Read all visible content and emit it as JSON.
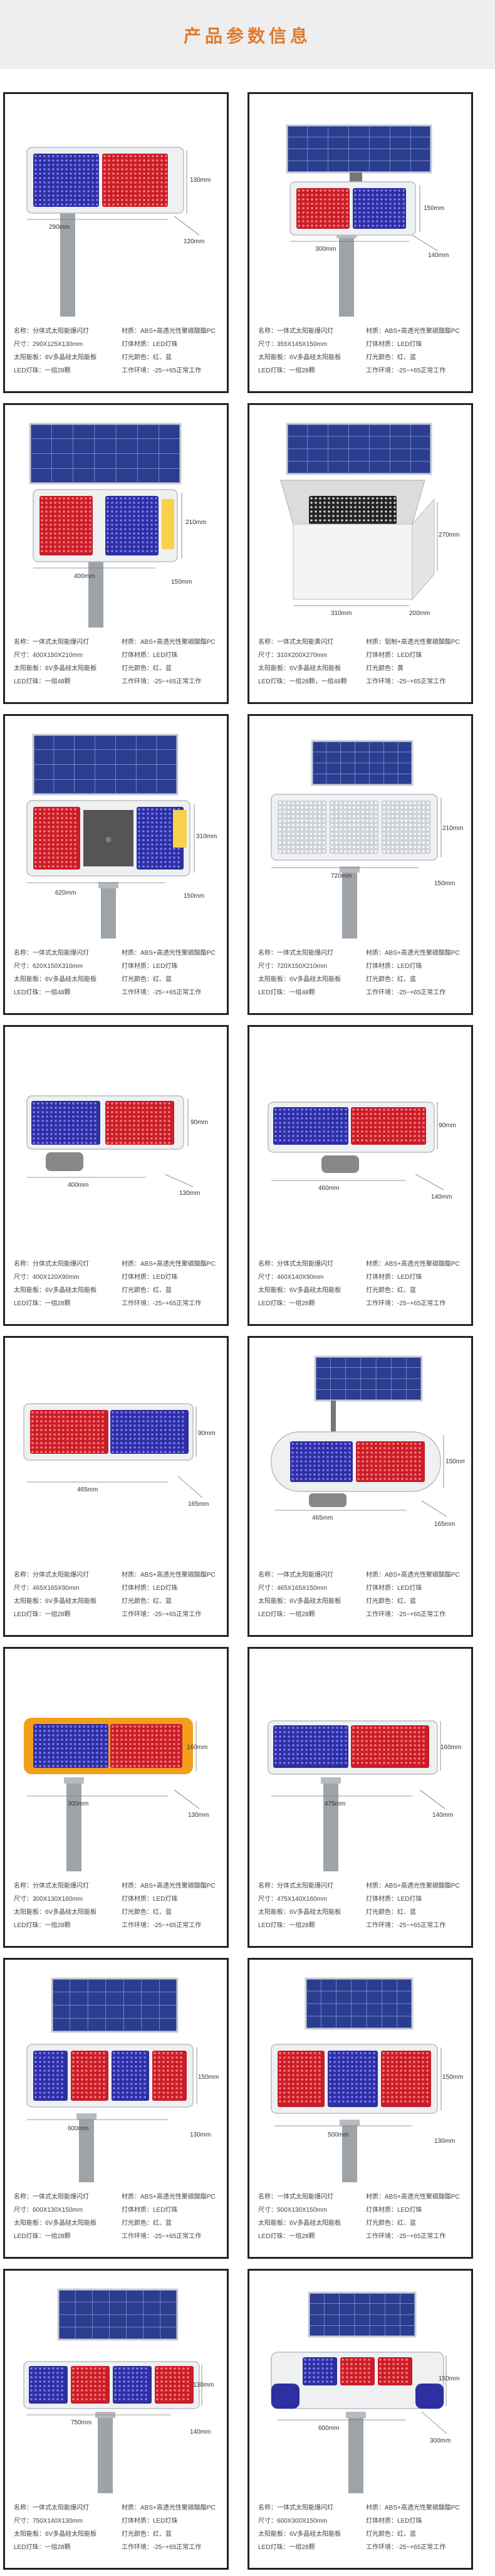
{
  "header": {
    "title": "产品参数信息"
  },
  "products": [
    {
      "id": 1,
      "style": "no-panel",
      "dims": [
        "290mm",
        "130mm",
        "120mm"
      ],
      "specs": [
        "名称：分体式太阳能爆闪灯",
        "材质：ABS+高透光性聚碳酸酯PC",
        "尺寸：290X125X130mm",
        "灯体材质：LED灯珠",
        "太阳能板：6V多晶硅太阳能板",
        "灯光颜色：红、蓝",
        "LED灯珠：一组28颗",
        "工作环境：-25~+65正常工作"
      ]
    },
    {
      "id": 2,
      "style": "panel",
      "dims": [
        "300mm",
        "150mm",
        "140mm"
      ],
      "specs": [
        "名称：一体式太阳能爆闪灯",
        "材质：ABS+高透光性聚碳酸酯PC",
        "尺寸：355X145X150mm",
        "灯体材质：LED灯珠",
        "太阳能板：6V多晶硅太阳能板",
        "灯光颜色：红、蓝",
        "LED灯珠：一组28颗",
        "工作环境：-25~+65正常工作"
      ]
    },
    {
      "id": 3,
      "style": "panel-side",
      "dims": [
        "400mm",
        "210mm",
        "150mm"
      ],
      "specs": [
        "名称：一体式太阳能爆闪灯",
        "材质：ABS+高透光性聚碳酸酯PC",
        "尺寸：400X150X210mm",
        "灯体材质：LED灯珠",
        "太阳能板：6V多晶硅太阳能板",
        "灯光颜色：红、蓝",
        "LED灯珠：一组48颗",
        "工作环境：-25~+65正常工作"
      ]
    },
    {
      "id": 4,
      "style": "panel-hood",
      "dims": [
        "310mm",
        "270mm",
        "200mm"
      ],
      "specs": [
        "名称：一体式太阳能黄闪灯",
        "材质：铝制+高透光性聚碳酸酯PC",
        "尺寸：310X200X270mm",
        "灯体材质：LED灯珠",
        "太阳能板：6V多晶硅太阳能板",
        "灯光颜色：黄",
        "LED灯珠：一组28颗，一组48颗",
        "工作环境：-25~+65正常工作"
      ]
    },
    {
      "id": 5,
      "style": "panel-sign",
      "dims": [
        "620mm",
        "310mm",
        "150mm"
      ],
      "specs": [
        "名称：一体式太阳能爆闪灯",
        "材质：ABS+高透光性聚碳酸酯PC",
        "尺寸：620X150X310mm",
        "灯体材质：LED灯珠",
        "太阳能板：6V多晶硅太阳能板",
        "灯光颜色：红、蓝",
        "LED灯珠：一组48颗",
        "工作环境：-25~+65正常工作"
      ]
    },
    {
      "id": 6,
      "style": "panel-white",
      "dims": [
        "720mm",
        "210mm",
        "150mm"
      ],
      "specs": [
        "名称：一体式太阳能爆闪灯",
        "材质：ABS+高透光性聚碳酸酯PC",
        "尺寸：720X150X210mm",
        "灯体材质：LED灯珠",
        "太阳能板：6V多晶硅太阳能板",
        "灯光颜色：红、蓝",
        "LED灯珠：一组48颗",
        "工作环境：-25~+65正常工作"
      ]
    },
    {
      "id": 7,
      "style": "bar",
      "dims": [
        "400mm",
        "90mm",
        "130mm"
      ],
      "specs": [
        "名称：分体式太阳能爆闪灯",
        "材质：ABS+高透光性聚碳酸酯PC",
        "尺寸：400X120X90mm",
        "灯体材质：LED灯珠",
        "太阳能板：6V多晶硅太阳能板",
        "灯光颜色：红、蓝",
        "LED灯珠：一组28颗",
        "工作环境：-25~+65正常工作"
      ]
    },
    {
      "id": 8,
      "style": "bar-blue-red",
      "dims": [
        "460mm",
        "90mm",
        "140mm"
      ],
      "specs": [
        "名称：分体式太阳能爆闪灯",
        "材质：ABS+高透光性聚碳酸酯PC",
        "尺寸：460X140X90mm",
        "灯体材质：LED灯珠",
        "太阳能板：6V多晶硅太阳能板",
        "灯光颜色：红、蓝",
        "LED灯珠：一组28颗",
        "工作环境：-25~+65正常工作"
      ]
    },
    {
      "id": 9,
      "style": "bar-red-blue",
      "dims": [
        "465mm",
        "90mm",
        "165mm"
      ],
      "specs": [
        "名称：分体式太阳能爆闪灯",
        "材质：ABS+高透光性聚碳酸酯PC",
        "尺寸：465X165X90mm",
        "灯体材质：LED灯珠",
        "太阳能板：6V多晶硅太阳能板",
        "灯光颜色：红、蓝",
        "LED灯珠：一组28颗",
        "工作环境：-25~+65正常工作"
      ]
    },
    {
      "id": 10,
      "style": "round-panel",
      "dims": [
        "465mm",
        "150mm",
        "165mm"
      ],
      "specs": [
        "名称：一体式太阳能爆闪灯",
        "材质：ABS+高透光性聚碳酸酯PC",
        "尺寸：465X165X150mm",
        "灯体材质：LED灯珠",
        "太阳能板：6V多晶硅太阳能板",
        "灯光颜色：红、蓝",
        "LED灯珠：一组28颗",
        "工作环境：-25~+65正常工作"
      ]
    },
    {
      "id": 11,
      "style": "bar-yellow",
      "dims": [
        "300mm",
        "160mm",
        "130mm"
      ],
      "specs": [
        "名称：分体式太阳能爆闪灯",
        "材质：ABS+高透光性聚碳酸酯PC",
        "尺寸：300X130X160mm",
        "灯体材质：LED灯珠",
        "太阳能板：6V多晶硅太阳能板",
        "灯光颜色：红、蓝",
        "LED灯珠：一组28颗",
        "工作环境：-25~+65正常工作"
      ]
    },
    {
      "id": 12,
      "style": "bar-tall",
      "dims": [
        "475mm",
        "160mm",
        "140mm"
      ],
      "specs": [
        "名称：分体式太阳能爆闪灯",
        "材质：ABS+高透光性聚碳酸酯PC",
        "尺寸：475X140X160mm",
        "灯体材质：LED灯珠",
        "太阳能板：6V多晶硅太阳能板",
        "灯光颜色：红、蓝",
        "LED灯珠：一组28颗",
        "工作环境：-25~+65正常工作"
      ]
    },
    {
      "id": 13,
      "style": "panel-four",
      "dims": [
        "600mm",
        "150mm",
        "130mm"
      ],
      "specs": [
        "名称：一体式太阳能爆闪灯",
        "材质：ABS+高透光性聚碳酸酯PC",
        "尺寸：600X130X150mm",
        "灯体材质：LED灯珠",
        "太阳能板：6V多晶硅太阳能板",
        "灯光颜色：红、蓝",
        "LED灯珠：一组28颗",
        "工作环境：-25~+65正常工作"
      ]
    },
    {
      "id": 14,
      "style": "panel-three",
      "dims": [
        "500mm",
        "150mm",
        "130mm"
      ],
      "specs": [
        "名称：一体式太阳能爆闪灯",
        "材质：ABS+高透光性聚碳酸酯PC",
        "尺寸：500X130X150mm",
        "灯体材质：LED灯珠",
        "太阳能板：6V多晶硅太阳能板",
        "灯光颜色：红、蓝",
        "LED灯珠：一组28颗",
        "工作环境：-25~+65正常工作"
      ]
    },
    {
      "id": 15,
      "style": "panel-wide",
      "dims": [
        "750mm",
        "130mm",
        "140mm"
      ],
      "specs": [
        "名称：一体式太阳能爆闪灯",
        "材质：ABS+高透光性聚碳酸酯PC",
        "尺寸：750X140X130mm",
        "灯体材质：LED灯珠",
        "太阳能板：6V多晶硅太阳能板",
        "灯光颜色：红、蓝",
        "LED灯珠：一组28颗",
        "工作环境：-25~+65正常工作"
      ]
    },
    {
      "id": 16,
      "style": "panel-round-ends",
      "dims": [
        "600mm",
        "150mm",
        "300mm"
      ],
      "specs": [
        "名称：一体式太阳能爆闪灯",
        "材质：ABS+高透光性聚碳酸酯PC",
        "尺寸：600X300X150mm",
        "灯体材质：LED灯珠",
        "太阳能板：6V多晶硅太阳能板",
        "灯光颜色：红、蓝",
        "LED灯珠：一组28颗",
        "工作环境：-25~+65正常工作"
      ]
    }
  ]
}
